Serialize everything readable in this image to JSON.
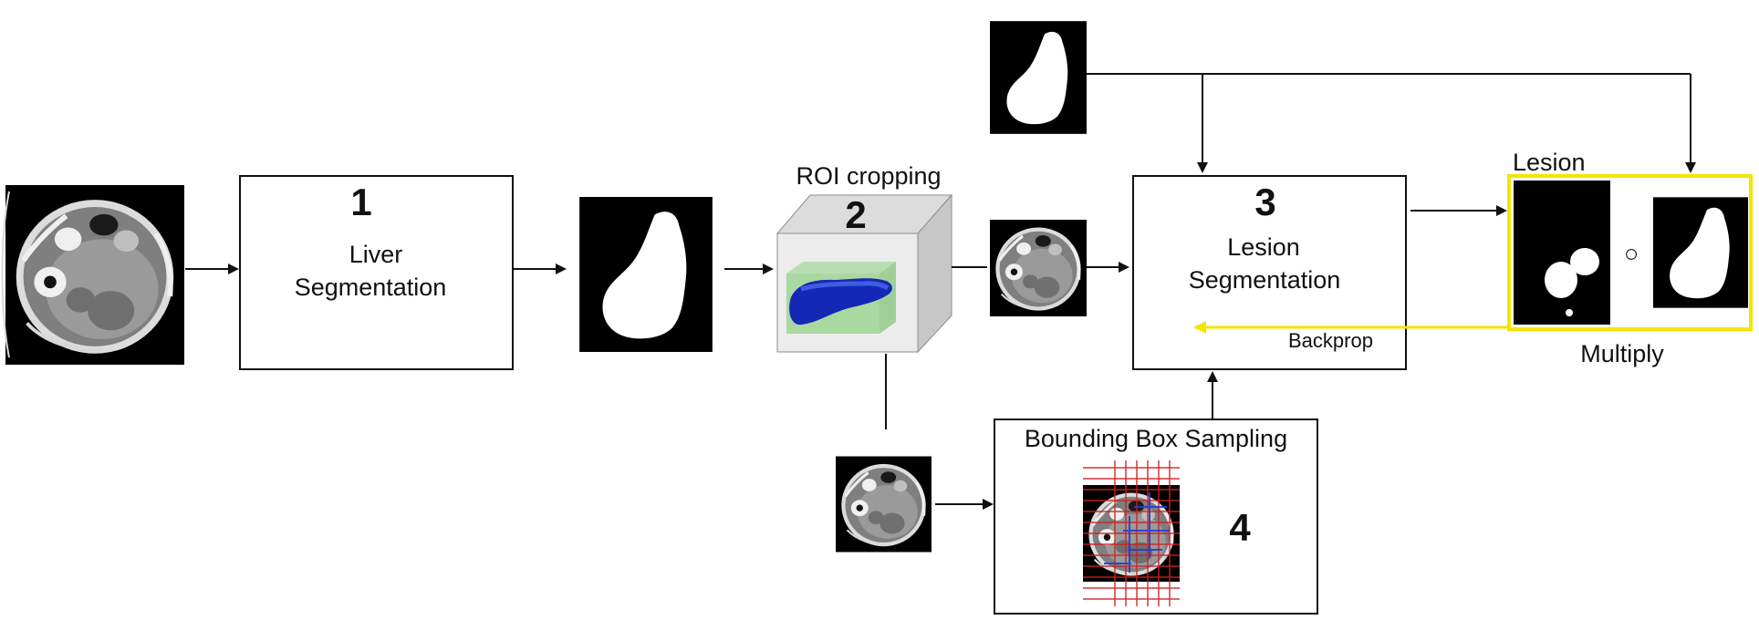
{
  "steps": {
    "liver": {
      "number": "1",
      "label_line1": "Liver",
      "label_line2": "Segmentation"
    },
    "roi": {
      "number": "2",
      "caption": "ROI cropping"
    },
    "lesion": {
      "number": "3",
      "label_line1": "Lesion",
      "label_line2": "Segmentation"
    },
    "sampling": {
      "number": "4",
      "title": "Bounding Box Sampling"
    }
  },
  "output": {
    "lesion_label": "Lesion",
    "operator": "○",
    "multiply_label": "Multiply"
  },
  "feedback": {
    "backprop_label": "Backprop",
    "color": "#f5e400"
  },
  "colors": {
    "outline": "#111111",
    "highlight_box": "#f5e400",
    "liver_3d": "#1428b8",
    "roi_volume": "#a9d8a0",
    "grid_red": "#d02020",
    "grid_blue": "#2040d0"
  },
  "icons": {
    "ct_scan": "ct-scan-image",
    "mask": "liver-mask-image",
    "cube": "roi-cube-icon"
  }
}
